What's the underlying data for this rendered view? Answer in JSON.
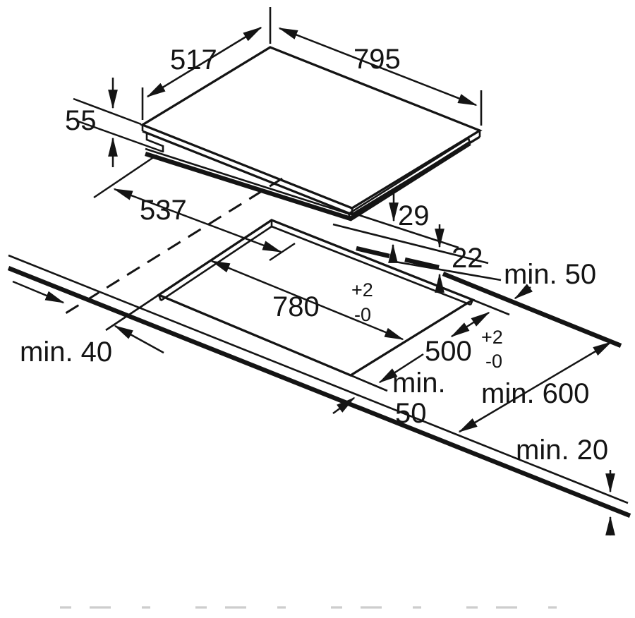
{
  "diagram": {
    "kind": "hob-installation-dimension-drawing",
    "hob": {
      "width_top": "795",
      "depth_top": "517",
      "height": "55",
      "depth_lower": "537",
      "body_drop_rear": "29",
      "body_drop_front": "22"
    },
    "cutout": {
      "width": "780",
      "width_tol_plus": "+2",
      "width_tol_minus": "-0",
      "depth": "500",
      "depth_tol_plus": "+2",
      "depth_tol_minus": "-0"
    },
    "clearances": {
      "rear": "min. 50",
      "left": "min. 40",
      "front_word": "min.",
      "front_value": "50",
      "worktop_depth": "min. 600",
      "below": "min. 20"
    }
  },
  "colors": {
    "ink": "#141414",
    "background": "#ffffff",
    "faint_marks": "#cdcdcd"
  }
}
